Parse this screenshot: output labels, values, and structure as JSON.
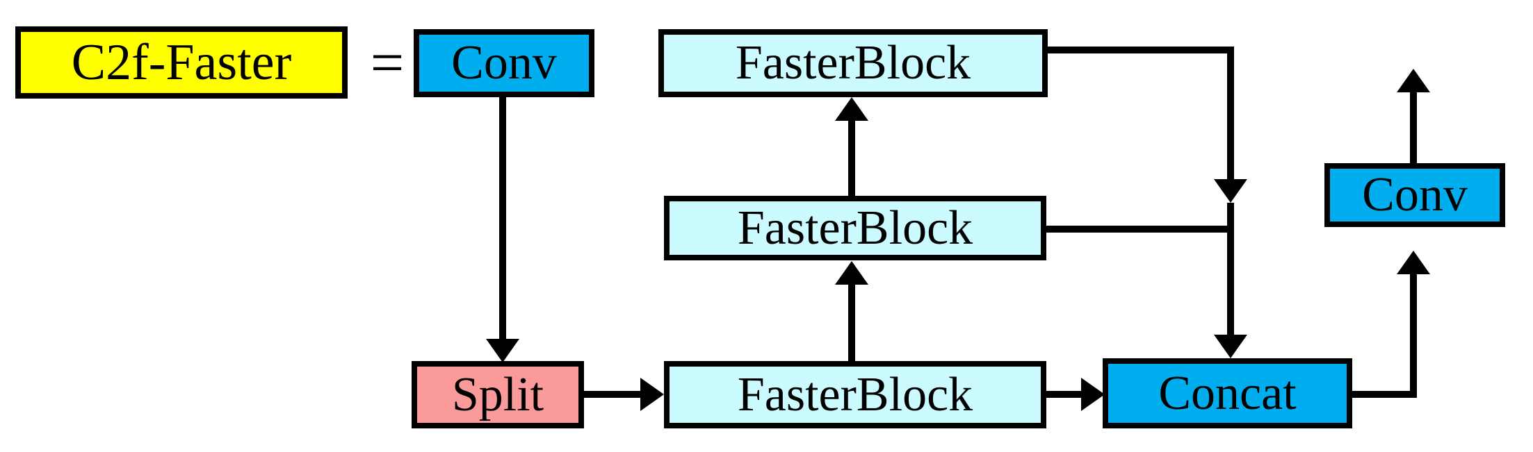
{
  "diagram": {
    "title_node": {
      "label": "C2f-Faster",
      "color": "#FFFF00"
    },
    "equals_sign": "=",
    "nodes": [
      {
        "id": "conv-input",
        "label": "Conv",
        "color": "#00AEEF"
      },
      {
        "id": "split",
        "label": "Split",
        "color": "#FA9A9A"
      },
      {
        "id": "fasterblock-bottom",
        "label": "FasterBlock",
        "color": "#CCFBFF"
      },
      {
        "id": "fasterblock-middle",
        "label": "FasterBlock",
        "color": "#CCFBFF"
      },
      {
        "id": "fasterblock-top",
        "label": "FasterBlock",
        "color": "#CCFBFF"
      },
      {
        "id": "concat",
        "label": "Concat",
        "color": "#00AEEF"
      },
      {
        "id": "conv-output",
        "label": "Conv",
        "color": "#00AEEF"
      }
    ],
    "palette": {
      "yellow": "#FFFF00",
      "blue": "#00AEEF",
      "cyan": "#CCFBFF",
      "salmon": "#FA9A9A",
      "outline": "#000000",
      "background": "#FFFFFF"
    },
    "edges": [
      {
        "from": "conv-input",
        "to": "split",
        "style": "arrow-down"
      },
      {
        "from": "split",
        "to": "fasterblock-bottom",
        "style": "arrow-right"
      },
      {
        "from": "fasterblock-bottom",
        "to": "fasterblock-middle",
        "style": "arrow-up"
      },
      {
        "from": "fasterblock-middle",
        "to": "fasterblock-top",
        "style": "arrow-up"
      },
      {
        "from": "fasterblock-bottom",
        "to": "concat",
        "style": "arrow-right"
      },
      {
        "from": "fasterblock-middle",
        "to": "concat",
        "style": "elbow-down"
      },
      {
        "from": "fasterblock-top",
        "to": "concat",
        "style": "elbow-down"
      },
      {
        "from": "concat",
        "to": "conv-output",
        "style": "elbow-up"
      },
      {
        "from": "conv-output",
        "to": "output",
        "style": "arrow-up"
      }
    ]
  }
}
